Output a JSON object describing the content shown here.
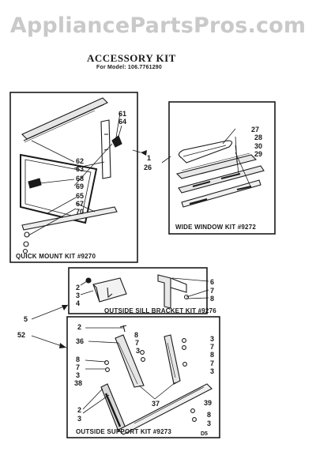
{
  "watermark": "AppliancePartsPros.com",
  "title": "ACCESSORY KIT",
  "subtitle": "For Model: 106.7761290",
  "kits": {
    "quick_mount": "QUICK MOUNT KIT #9270",
    "wide_window": "WIDE WINDOW KIT #9272",
    "outside_sill": "OUTSIDE SILL BRACKET KIT #9276",
    "outside_support": "OUTSIDE SUPPORT KIT #9273"
  },
  "corner_mark": "D5",
  "labels": {
    "qm": [
      "61",
      "64",
      "62",
      "63",
      "68",
      "69",
      "65",
      "67",
      "70"
    ],
    "main": [
      "1",
      "26"
    ],
    "ww": [
      "27",
      "28",
      "30",
      "29"
    ],
    "sill_left": [
      "2",
      "3",
      "4"
    ],
    "sill_right": [
      "6",
      "7",
      "8"
    ],
    "side": [
      "5",
      "52"
    ],
    "sup_top": [
      "2",
      "36",
      "8",
      "7",
      "3"
    ],
    "sup_right": [
      "3",
      "7",
      "8",
      "7",
      "3"
    ],
    "sup_left": [
      "8",
      "7",
      "3",
      "38"
    ],
    "sup_bottom": [
      "37",
      "2",
      "3",
      "39",
      "8",
      "3"
    ]
  }
}
